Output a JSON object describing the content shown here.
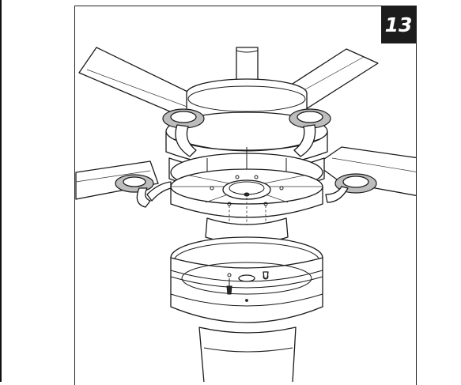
{
  "step": {
    "number": "13"
  },
  "illustration": {
    "parts": [
      "fan-blades",
      "motor-housing",
      "blade-irons",
      "mounting-plate",
      "light-kit-housing",
      "screws"
    ]
  },
  "colors": {
    "line": "#1a1a1a",
    "badge_bg": "#1c1c1c",
    "badge_text": "#ffffff"
  }
}
